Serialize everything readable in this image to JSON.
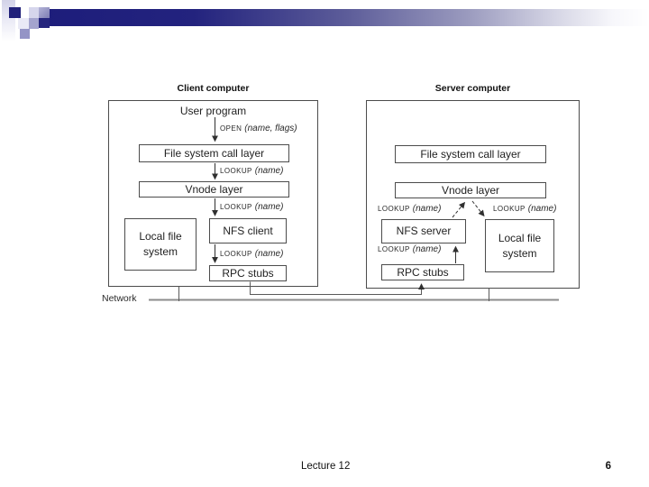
{
  "theme": {
    "bar_navy": "#20207a",
    "bar_fade": "#9a9abe",
    "box_border": "#4c4c4c",
    "network_line": "#8c8c8c",
    "arrow_color": "#303030"
  },
  "client": {
    "title": "Client computer",
    "user_program": "User program",
    "file_system_call_layer": "File system call layer",
    "vnode_layer": "Vnode layer",
    "nfs_client": "NFS client",
    "local_file_system": "Local file system",
    "rpc_stubs": "RPC stubs"
  },
  "server": {
    "title": "Server computer",
    "file_system_call_layer": "File system call layer",
    "vnode_layer": "Vnode layer",
    "nfs_server": "NFS server",
    "local_file_system": "Local file system",
    "rpc_stubs": "RPC stubs"
  },
  "labels": {
    "open_op": "OPEN",
    "open_args": "(name, flags)",
    "lookup_op": "LOOKUP",
    "lookup_args": "(name)",
    "network": "Network"
  },
  "footer": {
    "lecture": "Lecture 12",
    "page_number": "6"
  }
}
